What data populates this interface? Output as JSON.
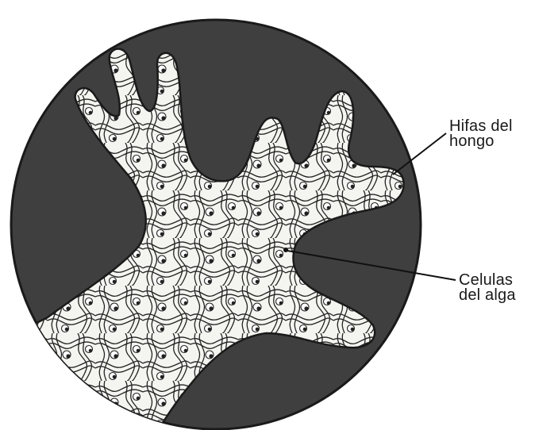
{
  "labels": {
    "hyphae": {
      "line1": "Hifas del",
      "line2": "hongo"
    },
    "algae": {
      "line1": "Celulas",
      "line2": "del alga"
    }
  },
  "colors": {
    "background": "#ffffff",
    "field": "#3f3f3f",
    "thallus": "#f4f4f0",
    "ink": "#1e1e1e"
  }
}
